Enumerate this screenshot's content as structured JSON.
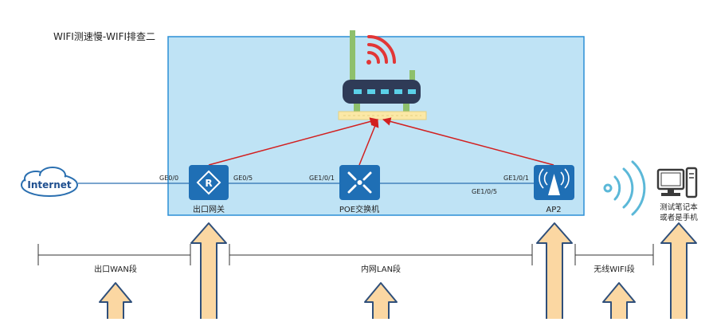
{
  "title": "WIFI测速慢-WIFI排查二",
  "colors": {
    "panel_fill": "#bfe3f5",
    "panel_border": "#2b8fd6",
    "device_blue": "#1f6fb5",
    "link_line": "#2a6fb0",
    "arrow_red": "#d21f1f",
    "router_body": "#2f3b57",
    "router_antenna": "#8ec06c",
    "wifi_red": "#e23636",
    "wifi_blue": "#5bb8d8",
    "arrow_fill": "#fbd7a2",
    "arrow_stroke": "#2f4f7a"
  },
  "devices": {
    "internet": {
      "label": "Internet",
      "icon": "cloud-icon"
    },
    "gateway": {
      "label": "出口网关",
      "icon": "router-icon",
      "port_left": "GE0/0",
      "port_right": "GE0/5"
    },
    "poe": {
      "label": "POE交换机",
      "icon": "switch-icon",
      "port_left": "GE1/0/1"
    },
    "ap2": {
      "label": "AP2",
      "icon": "access-point-icon",
      "port_left": "GE1/0/1",
      "port_below": "GE1/0/5"
    },
    "client_line1": "测试笔记本",
    "client_line2": "或者是手机"
  },
  "segments": {
    "wan": "出口WAN段",
    "lan": "内网LAN段",
    "wifi": "无线WIFI段"
  }
}
